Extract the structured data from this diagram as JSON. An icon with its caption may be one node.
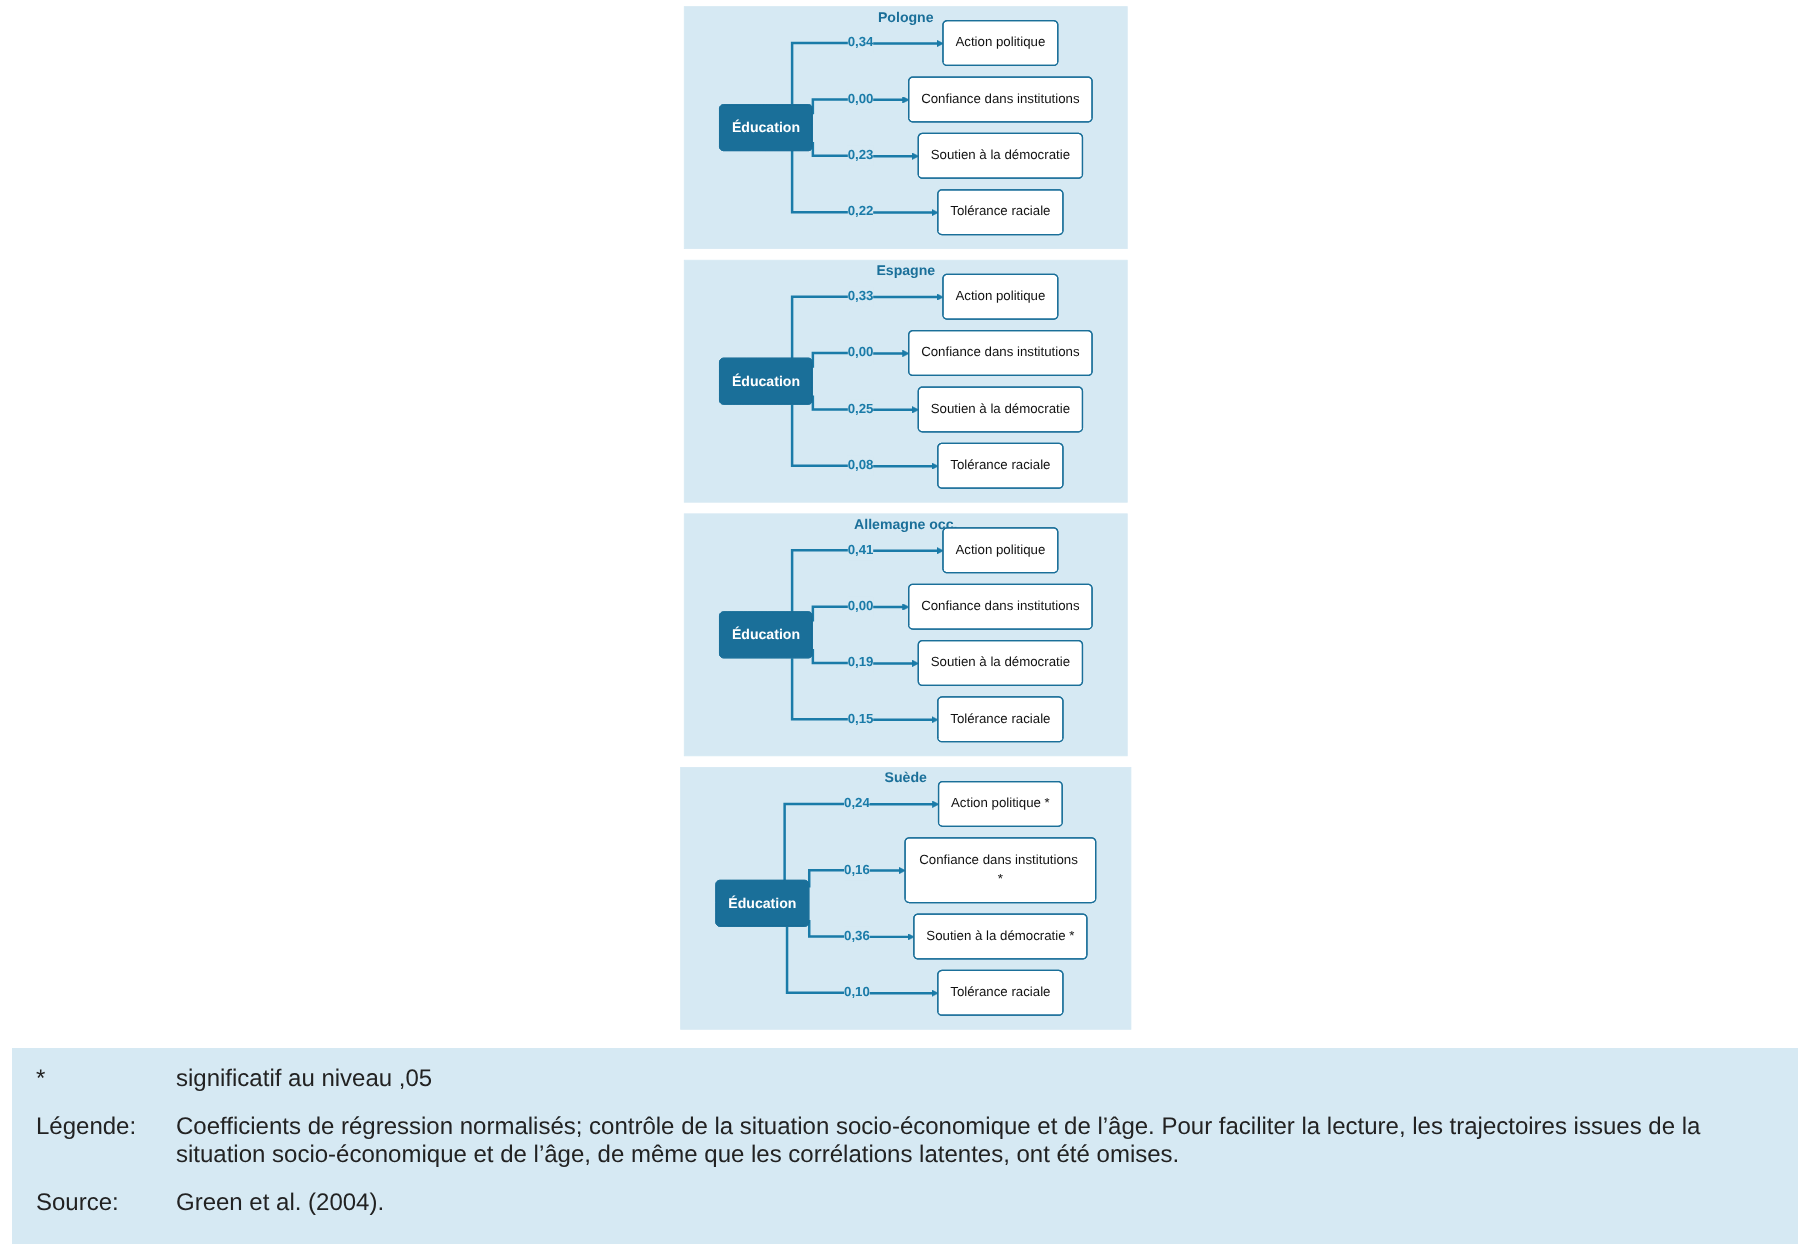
{
  "diagram": {
    "nodes": [
      {
        "text": [
          "Suède"
        ]
      },
      {
        "text": [
          "Éducation"
        ],
        "in": 0
      },
      {
        "text": [
          "Action politique *"
        ],
        "in": 0
      },
      {
        "text": [
          "Confiance dans institutions *"
        ],
        "in": 0
      },
      {
        "text": [
          "Soutien à la démocratie *"
        ],
        "in": 0
      },
      {
        "text": [
          "Tolérance raciale"
        ],
        "in": 0
      },
      {
        "text": [
          "Allemagne occ."
        ]
      },
      {
        "text": [
          "Éducation"
        ],
        "in": 6
      },
      {
        "text": [
          "Action politique"
        ],
        "in": 6
      },
      {
        "text": [
          "Confiance dans institutions"
        ],
        "in": 6
      },
      {
        "text": [
          "Soutien à la démocratie"
        ],
        "in": 6
      },
      {
        "text": [
          "Tolérance raciale"
        ],
        "in": 6
      },
      {
        "text": [
          "Espagne"
        ]
      },
      {
        "text": [
          "Éducation"
        ],
        "in": 12
      },
      {
        "text": [
          "Action politique"
        ],
        "in": 12
      },
      {
        "text": [
          "Confiance dans institutions"
        ],
        "in": 12
      },
      {
        "text": [
          "Soutien à la démocratie"
        ],
        "in": 12
      },
      {
        "text": [
          "Tolérance raciale"
        ],
        "in": 12
      },
      {
        "text": [
          "Pologne"
        ]
      },
      {
        "text": [
          "Éducation"
        ],
        "in": 18
      },
      {
        "text": [
          "Action politique"
        ],
        "in": 18
      },
      {
        "text": [
          "Confiance dans institutions"
        ],
        "in": 18
      },
      {
        "text": [
          "Soutien à la démocratie"
        ],
        "in": 18
      },
      {
        "text": [
          "Tolérance raciale"
        ],
        "in": 18
      }
    ],
    "edges": [
      {
        "from": 1,
        "to": 2,
        "arrow": "to",
        "label": "0,24"
      },
      {
        "from": 1,
        "to": 3,
        "arrow": "to",
        "label": "0,16"
      },
      {
        "from": 1,
        "to": 4,
        "arrow": "to",
        "label": "0,36"
      },
      {
        "from": 1,
        "to": 5,
        "arrow": "to",
        "label": "0,10"
      },
      {
        "from": 7,
        "to": 8,
        "arrow": "to",
        "label": "0,41"
      },
      {
        "from": 7,
        "to": 9,
        "arrow": "to",
        "label": "0,00"
      },
      {
        "from": 7,
        "to": 10,
        "arrow": "to",
        "label": "0,19"
      },
      {
        "from": 7,
        "to": 11,
        "arrow": "to",
        "label": "0,15"
      },
      {
        "from": 13,
        "to": 14,
        "arrow": "to",
        "label": "0,33"
      },
      {
        "from": 13,
        "to": 15,
        "arrow": "to",
        "label": "0,00"
      },
      {
        "from": 13,
        "to": 16,
        "arrow": "to",
        "label": "0,25"
      },
      {
        "from": 13,
        "to": 17,
        "arrow": "to",
        "label": "0,08"
      },
      {
        "from": 19,
        "to": 20,
        "arrow": "to",
        "label": "0,34"
      },
      {
        "from": 19,
        "to": 21,
        "arrow": "to",
        "label": "0,00"
      },
      {
        "from": 19,
        "to": 22,
        "arrow": "to",
        "label": "0,23"
      },
      {
        "from": 19,
        "to": 23,
        "arrow": "to",
        "label": "0,22"
      }
    ],
    "labels": [
      "*",
      "significatif au niveau ,05",
      "Légende:",
      "Coefficients de régression normalisés; contrôle de la situation socio-économique et de l’âge. Pour faciliter la lecture, les trajectoires issues de la situation socio-économique et de l’âge, de même que les corrélations latentes, ont été omises.",
      "Source:",
      "Green et al. (2004)."
    ]
  }
}
